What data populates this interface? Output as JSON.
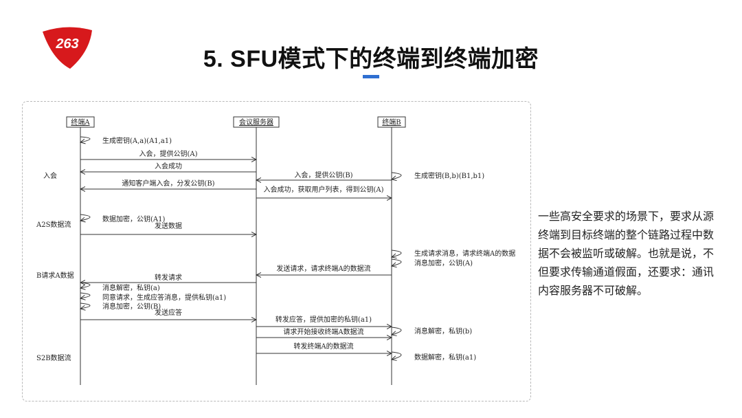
{
  "logo": {
    "text": "263",
    "color": "#d7191c"
  },
  "header": {
    "title": "5. SFU模式下的终端到终端加密",
    "accent_color": "#2f6fd1"
  },
  "diagram": {
    "participants": [
      "终端A",
      "会议服务器",
      "终端B"
    ],
    "phases": [
      "入会",
      "A2S数据流",
      "B请求A数据",
      "S2B数据流"
    ],
    "self_notes": [
      "生成密钥(A,a)(A1,a1)",
      "生成密钥(B,b)(B1,b1)",
      "数据加密，公钥(A1)",
      "生成请求消息，请求终端A的数据",
      "消息加密，公钥(A)",
      "消息解密，私钥(a)",
      "同意请求，生成应答消息，提供私钥(a1)",
      "消息加密，公钥(B)",
      "消息解密，私钥(b)",
      "数据解密，私钥(a1)"
    ],
    "messages": [
      "入会，提供公钥(A)",
      "入会成功",
      "入会，提供公钥(B)",
      "通知客户端入会，分发公钥(B)",
      "入会成功，获取用户列表，得到公钥(A)",
      "发送数据",
      "发送请求，请求终端A的数据流",
      "转发请求",
      "发送应答",
      "转发应答，提供加密的私钥(a1)",
      "请求开始接收终端A数据流",
      "转发终端A的数据流"
    ]
  },
  "side_text": "一些高安全要求的场景下，要求从源终端到目标终端的整个链路过程中数据不会被监听或破解。也就是说，不但要求传输通道假面，还要求：通讯内容服务器不可破解。"
}
